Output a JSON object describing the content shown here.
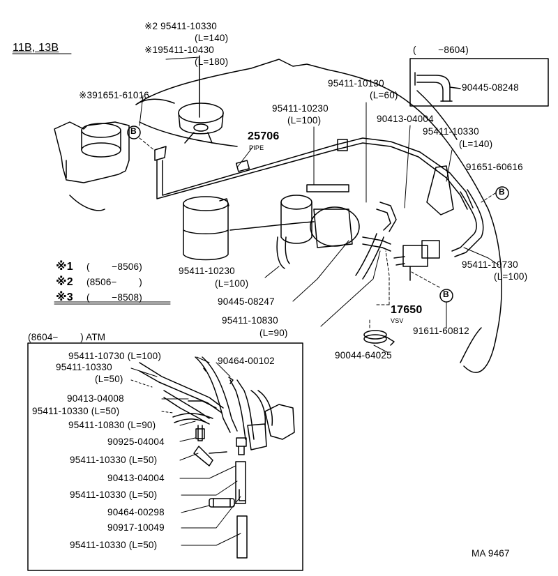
{
  "header": {
    "model": "11B, 13B"
  },
  "notes": [
    {
      "mark": "※1",
      "range": "(        −8506)"
    },
    {
      "mark": "※2",
      "range": "(8506−        )"
    },
    {
      "mark": "※3",
      "range": "(        −8508)"
    }
  ],
  "inset_top": {
    "title": "(        −8604)",
    "part": "90445-08248"
  },
  "inset_bottom": {
    "title": "(8604−        ) ATM"
  },
  "footer": {
    "code": "MA 9467"
  },
  "callout_letter": "B",
  "parts": {
    "p95411_10330_140_top": "※2 95411-10330",
    "p95411_10330_140_top_len": "(L=140)",
    "p95411_10430": "※195411-10430",
    "p95411_10430_len": "(L=180)",
    "p91651_61016": "※391651-61016",
    "p95411_10230_top": "95411-10230",
    "p95411_10230_top_len": "(L=100)",
    "p25706": "25706",
    "p25706_sub": "PIPE",
    "p95411_10130": "95411-10130",
    "p95411_10130_len": "(L=60)",
    "p90413_04004": "90413-04004",
    "p95411_10330_right": "95411-10330",
    "p95411_10330_right_len": "(L=140)",
    "p91651_60616": "91651-60616",
    "p95411_10230_bot": "95411-10230",
    "p95411_10230_bot_len": "(L=100)",
    "p90445_08247": "90445-08247",
    "p95411_10830": "95411-10830",
    "p95411_10830_len": "(L=90)",
    "p17650": "17650",
    "p17650_sub": "VSV",
    "p95411_10730": "95411-10730",
    "p95411_10730_len": "(L=100)",
    "p91611_60812": "91611-60812",
    "p90044_64025": "90044-64025"
  },
  "atm_parts": [
    "95411-10730 (L=100)",
    "95411-10330",
    "(L=50)",
    "90464-00102",
    "90413-04008",
    "95411-10330 (L=50)",
    "95411-10830 (L=90)",
    "90925-04004",
    "95411-10330 (L=50)",
    "90413-04004",
    "95411-10330 (L=50)",
    "90464-00298",
    "90917-10049",
    "95411-10330 (L=50)"
  ]
}
